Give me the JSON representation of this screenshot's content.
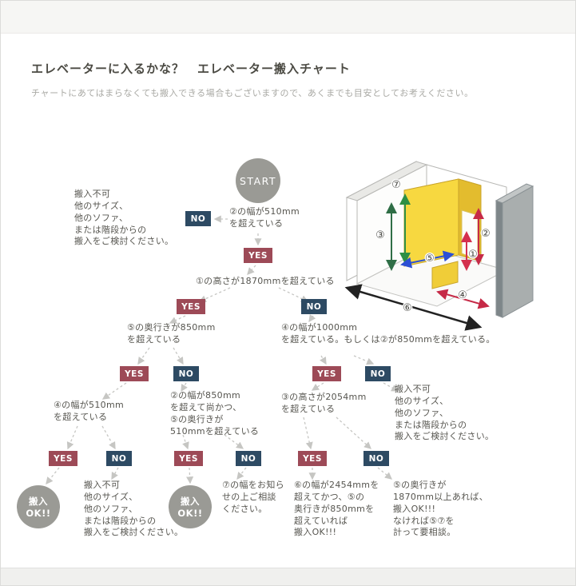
{
  "header": {
    "title": "エレベーターに入るかな？　エレベーター搬入チャート",
    "subtitle": "チャートにあてはまらなくても搬入できる場合もございますので、あくまでも目安としてお考えください。"
  },
  "flowchart": {
    "start_label": "START",
    "yes_label": "YES",
    "no_label": "NO",
    "ok_label": "搬入OK!!",
    "questions": {
      "width2_510": "②の幅が510mm\nを超えている",
      "height1_1870": "①の高さが1870mmを超えている",
      "depth5_850": "⑤の奥行きが850mm\nを超えている",
      "width4_510": "④の幅が510mm\nを超えている",
      "width2_850_depth5_510": "②の幅が850mm\nを超えて尚かつ、\n⑤の奥行きが\n510mmを超えている",
      "width4_1000_or_width2_850": "④の幅が1000mm\nを超えている。もしくは②が850mmを超えている。",
      "height3_2054": "③の高さが2054mm\nを超えている"
    },
    "outcomes": {
      "not_possible": "搬入不可\n他のサイズ、\n他のソファ、\nまたは階段からの\n搬入をご検討ください。",
      "consult_width7": "⑦の幅をお知ら\nせの上ご相談\nください。",
      "ok_if_width6": "⑥の幅が2454mmを\n超えてかつ、⑤の\n奥行きが850mmを\n超えていれば\n搬入OK!!!",
      "ok_if_depth5": "⑤の奥行きが\n1870mm以上あれば、\n搬入OK!!!\nなければ⑤⑦を\n計って要相談。"
    }
  },
  "diagram": {
    "markers": [
      "①",
      "②",
      "③",
      "④",
      "⑤",
      "⑥",
      "⑦"
    ]
  },
  "colors": {
    "yes_badge": "#9d4a57",
    "no_badge": "#2d4a63",
    "start_circle": "#9a9a95",
    "ok_circle": "#9a9a95",
    "car_yellow": "#f7d840",
    "arrow_red": "#d4304e",
    "arrow_crimson": "#c62a47",
    "arrow_blue": "#2b4fd4",
    "arrow_green": "#2e8f45",
    "arrow_dark_green": "#2f6e46",
    "arrow_black": "#222222",
    "connector_gray": "#c6c6c3"
  }
}
